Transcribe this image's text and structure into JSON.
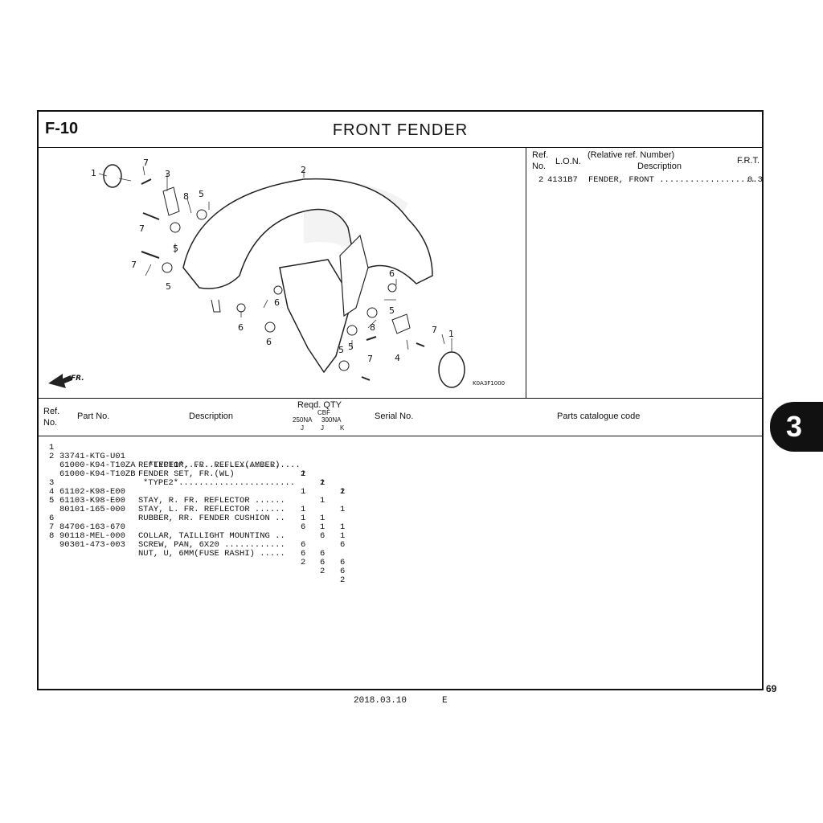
{
  "header": {
    "code": "F-10",
    "title": "FRONT  FENDER"
  },
  "diagram": {
    "image_code": "K0A3F1000",
    "direction_label": "FR.",
    "callouts": [
      "1",
      "7",
      "3",
      "8",
      "5",
      "7",
      "5",
      "7",
      "5",
      "2",
      "6",
      "6",
      "6",
      "6",
      "5",
      "8",
      "5",
      "7",
      "7",
      "4",
      "1",
      "5"
    ]
  },
  "frt_table": {
    "headers": {
      "ref": "Ref.",
      "no": "No.",
      "lon": "L.O.N.",
      "rel": "(Relative ref. Number)",
      "desc": "Description",
      "frt": "F.R.T."
    },
    "rows": [
      {
        "ref": "2",
        "lon": "4131B7",
        "desc": "FENDER, FRONT ...................",
        "frt": "0.3"
      }
    ]
  },
  "parts_header": {
    "ref": "Ref.",
    "no": "No.",
    "part_no": "Part No.",
    "description": "Description",
    "reqd_qty": "Reqd. QTY",
    "model": "CBF",
    "v250": "250NA",
    "v300": "300NA",
    "j1": "J",
    "j2": "J",
    "k": "K",
    "serial": "Serial No.",
    "catalogue": "Parts catalogue code"
  },
  "parts": [
    {
      "ref": "1",
      "part_no": "33741-KTG-U01",
      "desc": "REFLECTOR, FR. REFLEX(AMBER)",
      "q1": "2",
      "q2": "2",
      "q3": "2"
    },
    {
      "ref": "2",
      "part_no": "61000-K94-T10ZA",
      "desc": "FENDER SET, FR.(WL)",
      "q1": "",
      "q2": "",
      "q3": ""
    },
    {
      "ref": "",
      "part_no": "",
      "desc": "  *TYPE1*.......................",
      "q1": "1",
      "q2": "1",
      "q3": "1"
    },
    {
      "ref": "",
      "part_no": "61000-K94-T10ZB",
      "desc": "*TYPE2*.......................",
      "q1": "1",
      "q2": "1",
      "q3": "1"
    },
    {
      "ref": "3",
      "part_no": "61102-K98-E00",
      "desc": "STAY, R. FR. REFLECTOR ......",
      "q1": "1",
      "q2": "1",
      "q3": "1"
    },
    {
      "ref": "4",
      "part_no": "61103-K98-E00",
      "desc": "STAY, L. FR. REFLECTOR ......",
      "q1": "1",
      "q2": "1",
      "q3": "1"
    },
    {
      "ref": "5",
      "part_no": "80101-165-000",
      "desc": "RUBBER, RR. FENDER CUSHION ..",
      "q1": "6",
      "q2": "6",
      "q3": "6"
    },
    {
      "ref": "6",
      "part_no": "84706-163-670",
      "desc": "COLLAR, TAILLIGHT MOUNTING ..",
      "q1": "6",
      "q2": "6",
      "q3": "6"
    },
    {
      "ref": "7",
      "part_no": "90118-MEL-000",
      "desc": "SCREW, PAN, 6X20 ............",
      "q1": "6",
      "q2": "6",
      "q3": "6"
    },
    {
      "ref": "8",
      "part_no": "90301-473-003",
      "desc": "NUT, U, 6MM(FUSE RASHI) .....",
      "q1": "2",
      "q2": "2",
      "q3": "2"
    }
  ],
  "footer": {
    "date": "2018.03.10",
    "lang": "E",
    "page": "69"
  },
  "section_tab": "3"
}
